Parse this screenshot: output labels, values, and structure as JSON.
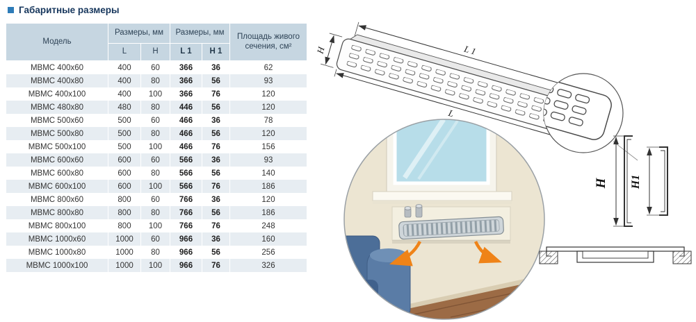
{
  "title": "Габаритные размеры",
  "table": {
    "headers": {
      "model": "Модель",
      "dims_outer": "Размеры, мм",
      "dims_inner": "Размеры, мм",
      "area": "Площадь живого сечения, см²"
    },
    "subheaders": {
      "l": "L",
      "h": "H",
      "l1": "L 1",
      "h1": "H 1"
    },
    "rows": [
      {
        "model": "МВМС 400x60",
        "L": "400",
        "H": "60",
        "L1": "366",
        "H1": "36",
        "area": "62"
      },
      {
        "model": "МВМС 400x80",
        "L": "400",
        "H": "80",
        "L1": "366",
        "H1": "56",
        "area": "93"
      },
      {
        "model": "МВМС 400x100",
        "L": "400",
        "H": "100",
        "L1": "366",
        "H1": "76",
        "area": "120"
      },
      {
        "model": "МВМС 480x80",
        "L": "480",
        "H": "80",
        "L1": "446",
        "H1": "56",
        "area": "120"
      },
      {
        "model": "МВМС 500x60",
        "L": "500",
        "H": "60",
        "L1": "466",
        "H1": "36",
        "area": "78"
      },
      {
        "model": "МВМС 500x80",
        "L": "500",
        "H": "80",
        "L1": "466",
        "H1": "56",
        "area": "120"
      },
      {
        "model": "МВМС 500x100",
        "L": "500",
        "H": "100",
        "L1": "466",
        "H1": "76",
        "area": "156"
      },
      {
        "model": "МВМС 600x60",
        "L": "600",
        "H": "60",
        "L1": "566",
        "H1": "36",
        "area": "93"
      },
      {
        "model": "МВМС 600x80",
        "L": "600",
        "H": "80",
        "L1": "566",
        "H1": "56",
        "area": "140"
      },
      {
        "model": "МВМС 600x100",
        "L": "600",
        "H": "100",
        "L1": "566",
        "H1": "76",
        "area": "186"
      },
      {
        "model": "МВМС 800x60",
        "L": "800",
        "H": "60",
        "L1": "766",
        "H1": "36",
        "area": "120"
      },
      {
        "model": "МВМС 800x80",
        "L": "800",
        "H": "80",
        "L1": "766",
        "H1": "56",
        "area": "186"
      },
      {
        "model": "МВМС 800x100",
        "L": "800",
        "H": "100",
        "L1": "766",
        "H1": "76",
        "area": "248"
      },
      {
        "model": "МВМС 1000x60",
        "L": "1000",
        "H": "60",
        "L1": "966",
        "H1": "36",
        "area": "160"
      },
      {
        "model": "МВМС 1000x80",
        "L": "1000",
        "H": "80",
        "L1": "966",
        "H1": "56",
        "area": "256"
      },
      {
        "model": "МВМС 1000x100",
        "L": "1000",
        "H": "100",
        "L1": "966",
        "H1": "76",
        "area": "326"
      }
    ]
  },
  "diagrams": {
    "grille_drawing": {
      "length_inner_label": "L 1",
      "length_label": "L",
      "height_label": "H"
    },
    "side_view": {
      "height_label": "H",
      "height_inner_label": "H1"
    }
  },
  "colors": {
    "accent_blue": "#2e7cb8",
    "table_header_bg": "#c6d6e1",
    "table_row_alt_bg": "#e7edf2",
    "title_text": "#16365c",
    "airflow_arrow_orange": "#ef8318"
  }
}
